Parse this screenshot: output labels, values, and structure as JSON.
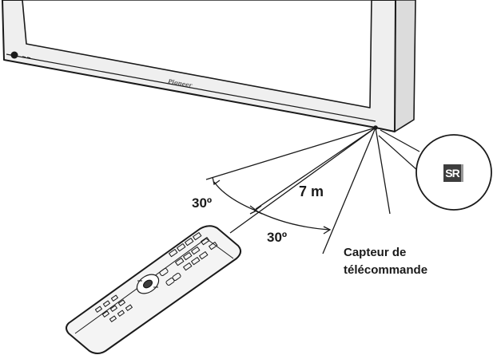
{
  "diagram": {
    "angle_left_label": "30º",
    "angle_right_label": "30º",
    "distance_label": "7 m",
    "sensor_label_line1": "Capteur de",
    "sensor_label_line2": "télécommande",
    "sensor_badge_text": "SR",
    "brand_logo_text": "Pioneer"
  },
  "colors": {
    "line": "#1a1a1a",
    "panel_fill": "#efefef",
    "badge_fill": "#3d3d3d"
  }
}
